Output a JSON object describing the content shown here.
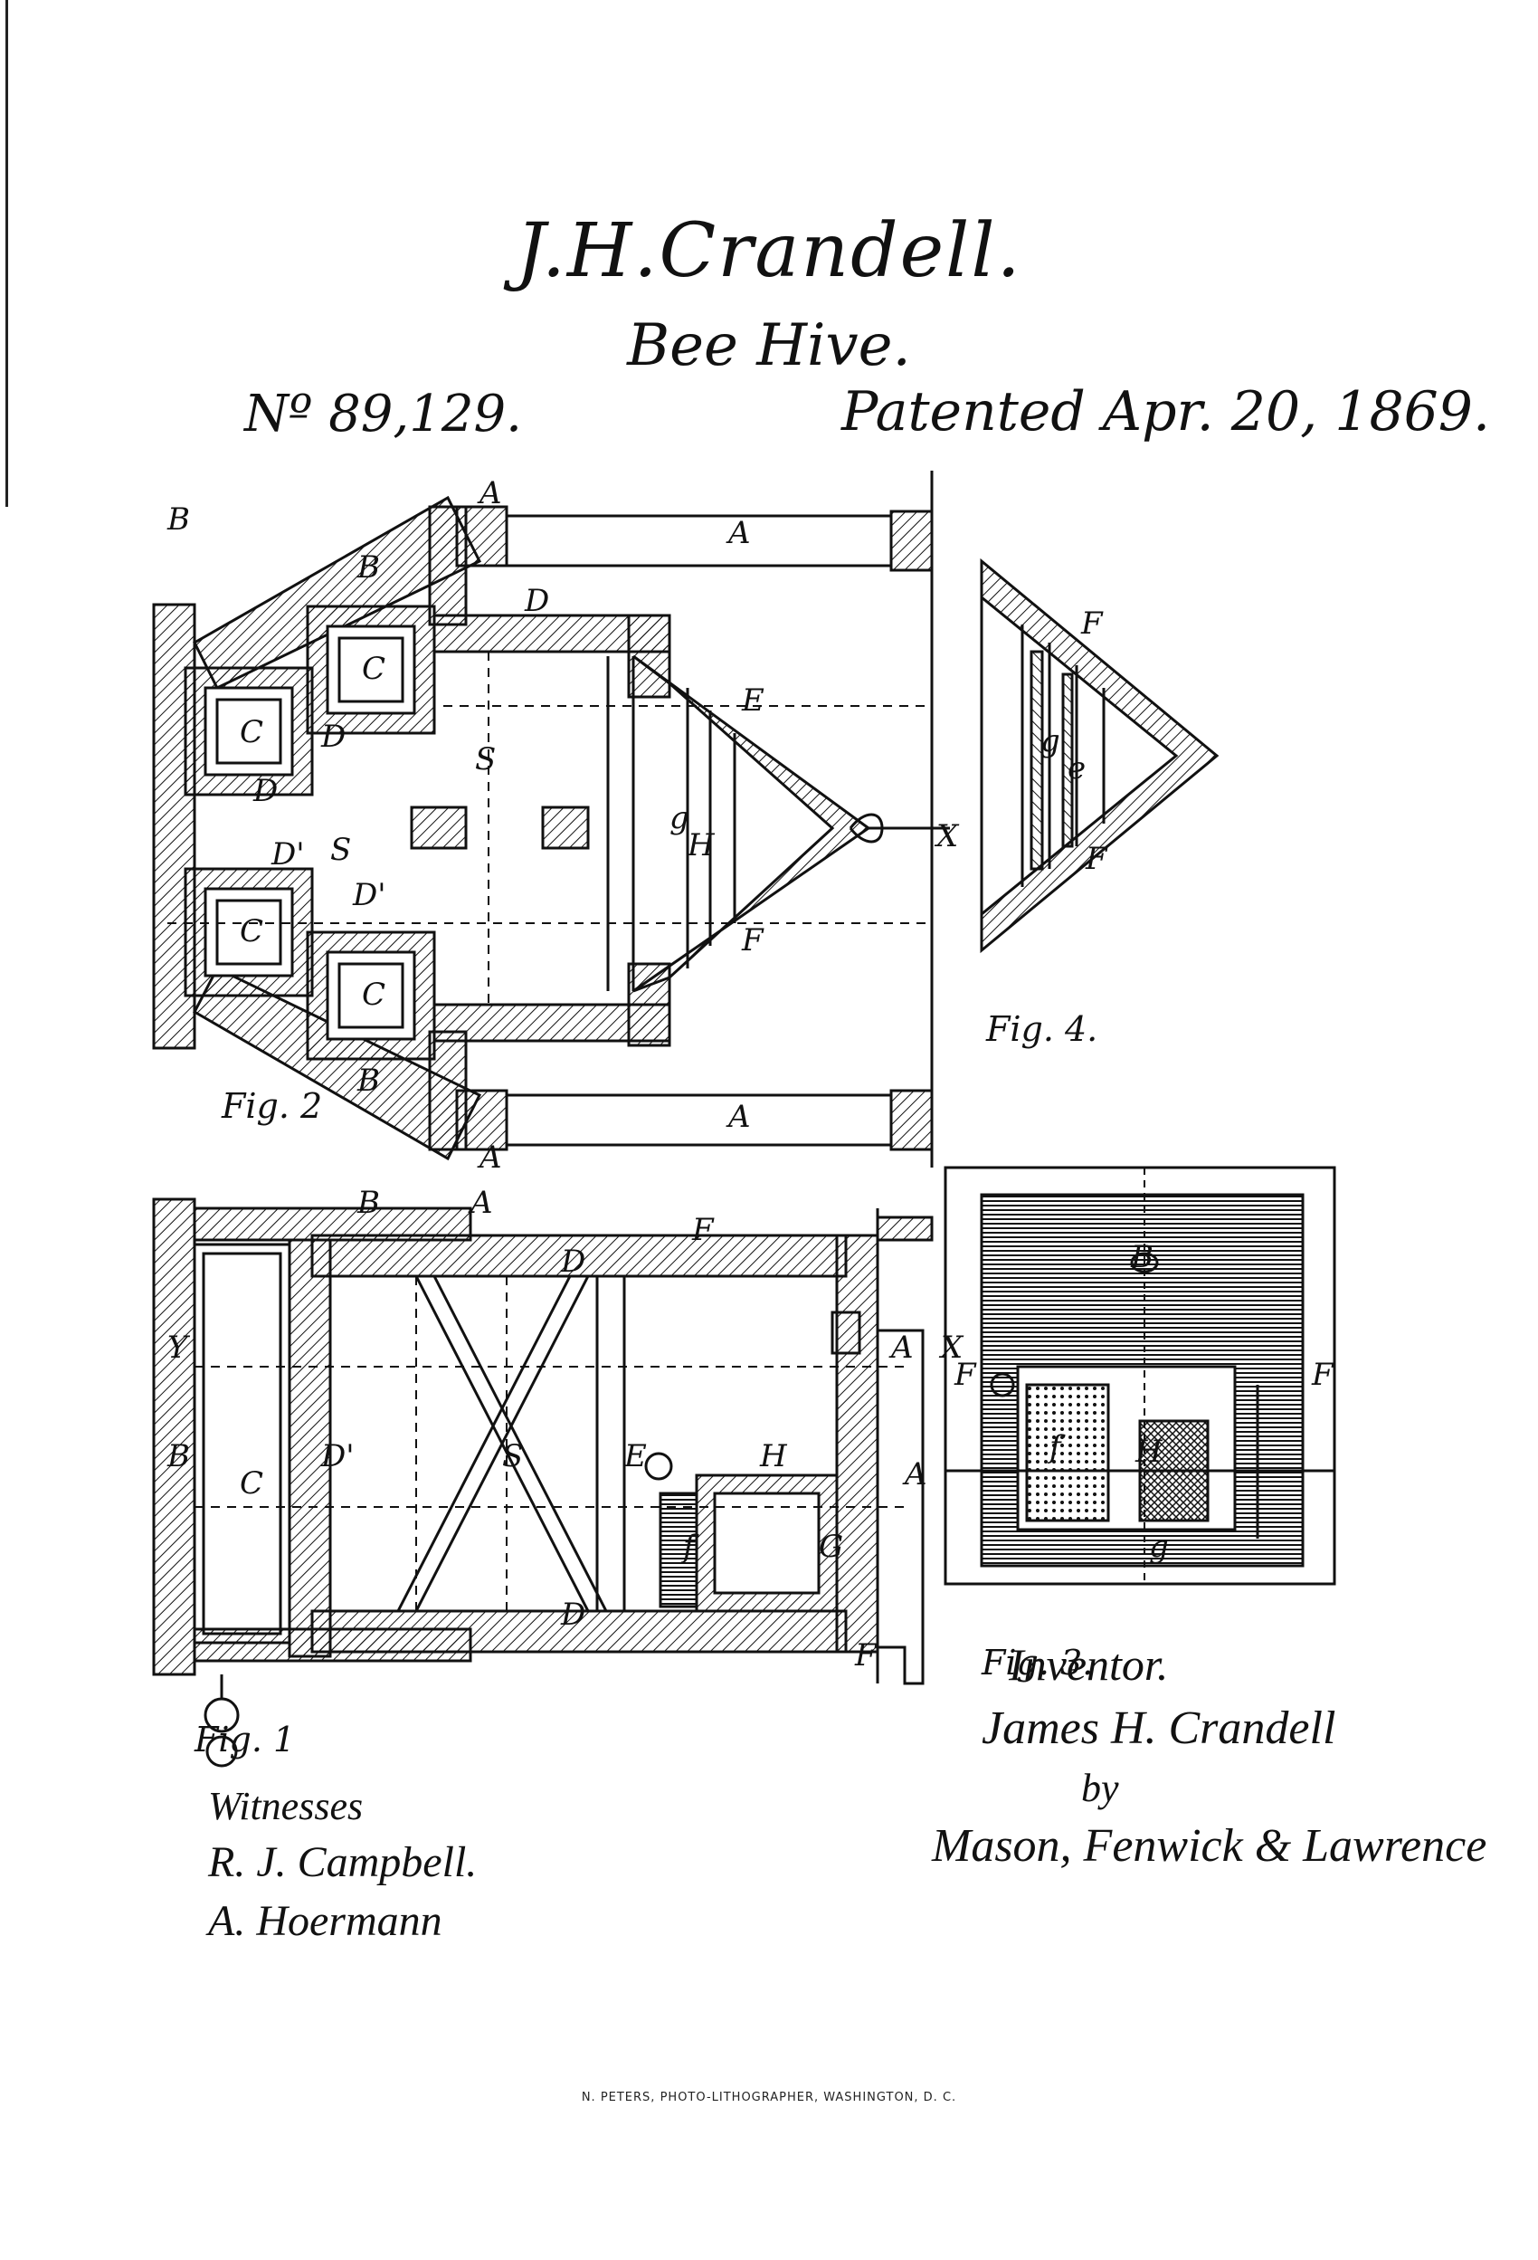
{
  "header": {
    "inventor_name": "J.H.Crandell.",
    "title": "Bee Hive.",
    "patent_number": "Nº 89,129.",
    "patent_date": "Patented Apr. 20, 1869."
  },
  "figures": {
    "fig1": "Fig. 1",
    "fig2": "Fig. 2",
    "fig3": "Fig. 3.",
    "fig4": "Fig. 4."
  },
  "labels": {
    "a": "A",
    "b": "B",
    "c": "C",
    "d": "D",
    "d_prime": "D'",
    "e": "E",
    "f": "F",
    "g": "G",
    "h": "H",
    "s": "S",
    "x": "X",
    "y": "Y",
    "s_lower": "s",
    "f_lower": "f",
    "e_lower": "e",
    "g_lower": "g",
    "h_lower": "h",
    "a_lower": "a"
  },
  "signatures": {
    "witnesses_heading": "Witnesses",
    "witness_1": "R. J. Campbell.",
    "witness_2": "A. Hoermann",
    "inventor_heading": "Inventor.",
    "inventor_signature": "James H. Crandell",
    "by": "by",
    "attorneys": "Mason, Fenwick & Lawrence"
  },
  "footer": {
    "credit": "N. PETERS, PHOTO-LITHOGRAPHER, WASHINGTON, D. C."
  },
  "colors": {
    "ink": "#111111",
    "paper": "#ffffff"
  }
}
